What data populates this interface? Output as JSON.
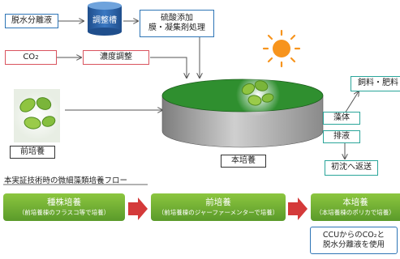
{
  "inputs": {
    "dewatering_liquid": "脱水分離液",
    "adjustment_tank": "調整槽",
    "pretreatment": [
      "硫酸添加",
      "膜・凝集剤処理"
    ],
    "co2_main": "CO",
    "co2_sub": "2",
    "concentration_adjustment": "濃度調整"
  },
  "outputs": {
    "feed_fertilizer": "飼料・肥料",
    "algae": "藻体",
    "effluent": "排液",
    "return_to_primary": "初沈へ返送"
  },
  "labels": {
    "preculture": "前培養",
    "main_culture": "本培養"
  },
  "flow": {
    "title": "本実証技術時の微細藻類培養フロー",
    "stages": [
      {
        "title": "種株培養",
        "detail": "（前培養棟のフラスコ等で培養）"
      },
      {
        "title": "前培養",
        "detail": "（前培養棟のジャーファーメンターで培養）"
      },
      {
        "title": "本培養",
        "detail": "（本培養棟のポリカで培養）"
      }
    ],
    "note": [
      "CCUからのCO₂と",
      "脱水分離液を使用"
    ]
  },
  "colors": {
    "blue_border": "#2e75b6",
    "red_border": "#d9535e",
    "green_border": "#2aa59a",
    "stage_green": "#7ab648",
    "stage_arrow": "#d43a3a",
    "tank_green": "#2f8f2f",
    "sun": "#f7941d"
  }
}
